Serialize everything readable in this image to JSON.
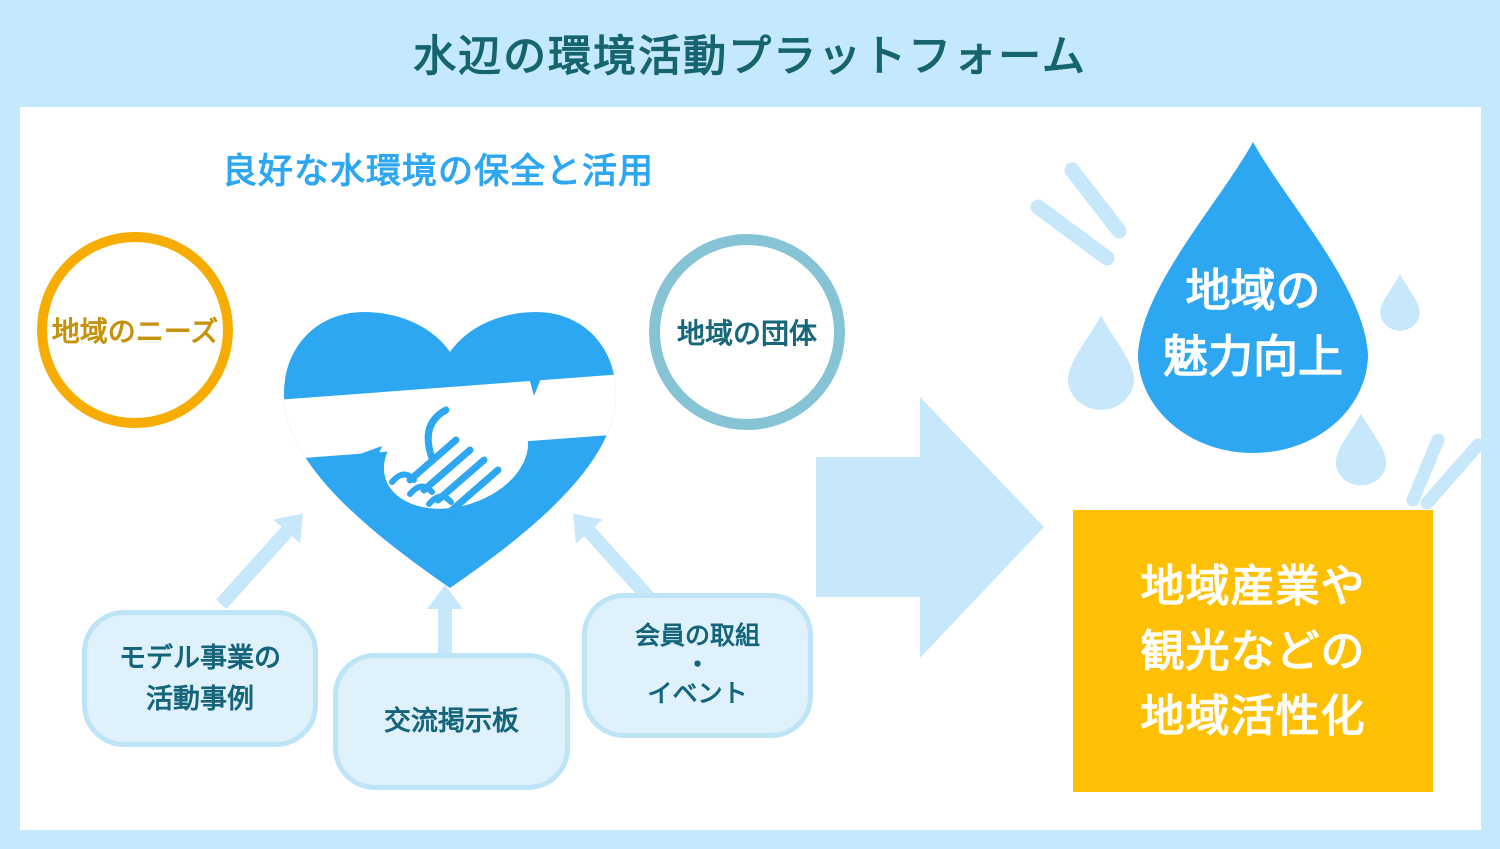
{
  "header": {
    "title": "水辺の環境活動プラットフォーム"
  },
  "diagram": {
    "subtitle": "良好な水環境の保全と活用",
    "needs_circle": {
      "label": "地域のニーズ"
    },
    "groups_circle": {
      "label": "地域の団体"
    },
    "center_icon": "heart-handshake-icon",
    "platform_boxes": [
      {
        "lines": [
          "モデル事業の",
          "活動事例"
        ]
      },
      {
        "lines": [
          "交流掲示板"
        ]
      },
      {
        "lines": [
          "会員の取組",
          "・",
          "イベント"
        ]
      }
    ],
    "outcome_drop": {
      "icon": "water-drop-icon",
      "lines": [
        "地域の",
        "魅力向上"
      ]
    },
    "outcome_box": {
      "lines": [
        "地域産業や",
        "観光などの",
        "地域活性化"
      ]
    }
  },
  "colors": {
    "background": "#c5e9fc",
    "panel": "#ffffff",
    "title_text": "#15646f",
    "accent_blue": "#2ea7f2",
    "pale_blue": "#c7e7fb",
    "box_fill": "#dff1fb",
    "box_border": "#bee4f8",
    "box_text": "#14647c",
    "circle_yellow": "#f6ac00",
    "circle_yellow_text": "#c5920b",
    "circle_teal": "#85c3d5",
    "circle_teal_text": "#16677b",
    "orange": "#fdc004",
    "drop_text": "#ffffff"
  }
}
